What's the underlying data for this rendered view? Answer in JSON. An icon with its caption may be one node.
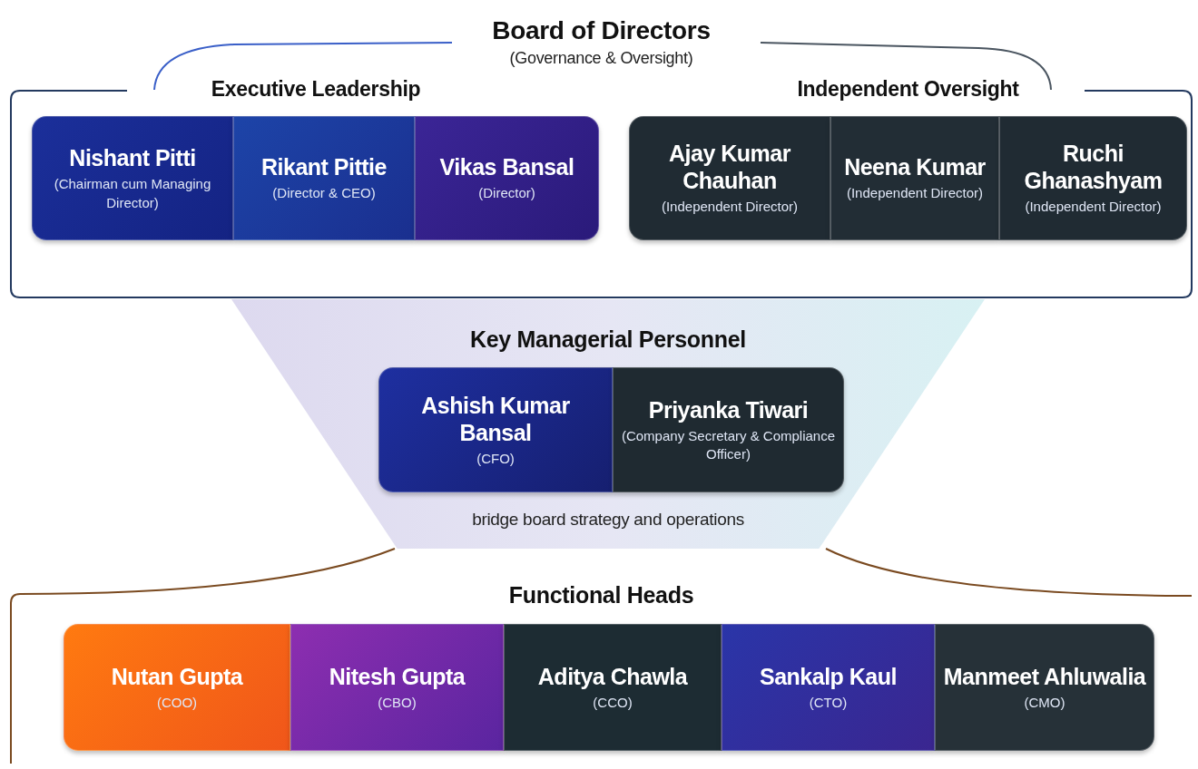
{
  "diagram": {
    "nodes": [
      {
        "text": [
          "Board of Directors",
          "(Governance & Oversight)"
        ]
      },
      {
        "text": [
          "Executive Leadership"
        ],
        "in": 0
      },
      {
        "text": [
          "Nishant Pitti",
          "(Chairman cum Managing Director)"
        ],
        "in": 1
      },
      {
        "text": [
          "Rikant Pittie",
          "(Director & CEO)"
        ],
        "in": 1
      },
      {
        "text": [
          "Vikas Bansal",
          "(Director)"
        ],
        "in": 1
      },
      {
        "text": [
          "Independent Oversight"
        ],
        "in": 0
      },
      {
        "text": [
          "Ajay Kumar Chauhan",
          "(Independent Director)"
        ],
        "in": 5
      },
      {
        "text": [
          "Neena Kumar",
          "(Independent Director)"
        ],
        "in": 5
      },
      {
        "text": [
          "Ruchi Ghanashyam",
          "(Independent Director)"
        ],
        "in": 5
      },
      {
        "text": [
          "Key Managerial Personnel",
          "bridge board strategy and operations"
        ]
      },
      {
        "text": [
          "Ashish Kumar Bansal",
          "(CFO)"
        ],
        "in": 9
      },
      {
        "text": [
          "Priyanka Tiwari",
          "(Company Secretary & Compliance Officer)"
        ],
        "in": 9
      },
      {
        "text": [
          "Functional Heads"
        ]
      },
      {
        "text": [
          "Nutan Gupta",
          "(COO)"
        ],
        "in": 12
      },
      {
        "text": [
          "Nitesh Gupta",
          "(CBO)"
        ],
        "in": 12
      },
      {
        "text": [
          "Aditya Chawla",
          "(CCO)"
        ],
        "in": 12
      },
      {
        "text": [
          "Sankalp Kaul",
          "(CTO)"
        ],
        "in": 12
      },
      {
        "text": [
          "Manmeet Ahluwalia",
          "(CMO)"
        ],
        "in": 12
      }
    ]
  }
}
